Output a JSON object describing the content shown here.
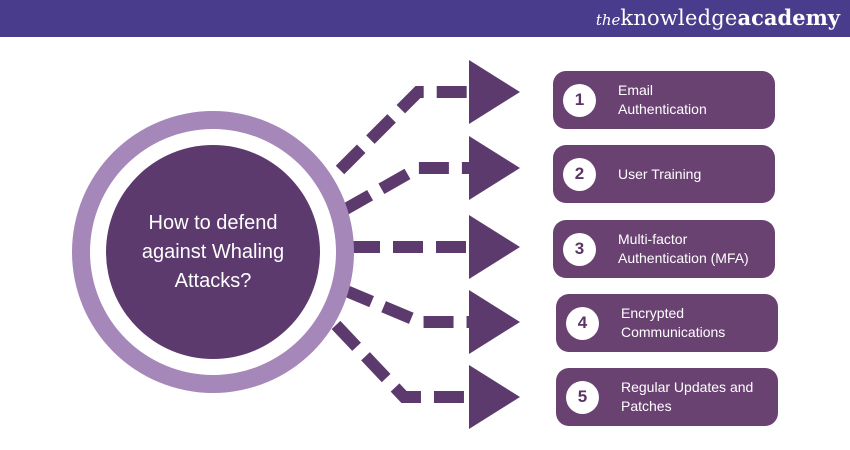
{
  "brand": {
    "prefix": "the",
    "name": "knowledge",
    "suffix": "academy"
  },
  "center": {
    "title": "How to defend against Whaling Attacks?"
  },
  "items": [
    {
      "number": "1",
      "label": "Email Authentication"
    },
    {
      "number": "2",
      "label": "User Training"
    },
    {
      "number": "3",
      "label": "Multi-factor Authentication (MFA)"
    },
    {
      "number": "4",
      "label": "Encrypted Communications"
    },
    {
      "number": "5",
      "label": "Regular Updates and Patches"
    }
  ],
  "colors": {
    "header": "#4a3c8c",
    "ring": "#a587ba",
    "hub": "#5d3a6e",
    "pill": "#6a4272",
    "arrow": "#5d3a6e"
  }
}
